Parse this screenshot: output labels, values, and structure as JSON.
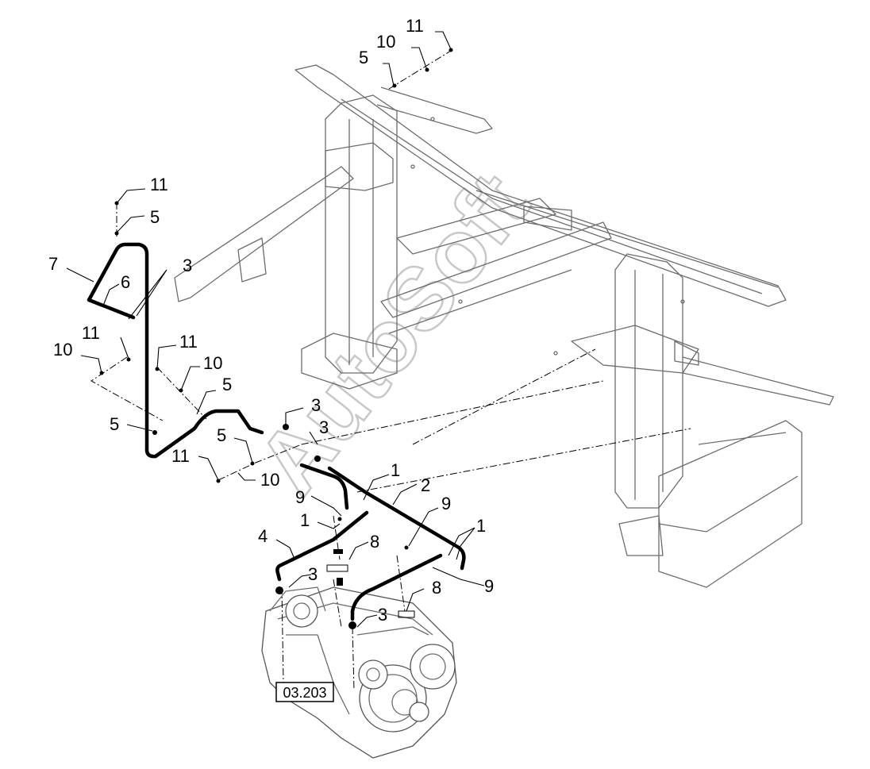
{
  "diagram": {
    "callouts": [
      "11",
      "10",
      "5",
      "11",
      "5",
      "7",
      "6",
      "3",
      "11",
      "10",
      "11",
      "10",
      "5",
      "5",
      "3",
      "3",
      "5",
      "11",
      "10",
      "9",
      "1",
      "2",
      "1",
      "9",
      "1",
      "4",
      "8",
      "3",
      "8",
      "3",
      "9"
    ],
    "reference_box": "03.203",
    "watermark": "AutoSoft",
    "colors": {
      "line": "#000000",
      "frame": "#6c6c6c",
      "watermark": "#c8c8c8"
    }
  }
}
